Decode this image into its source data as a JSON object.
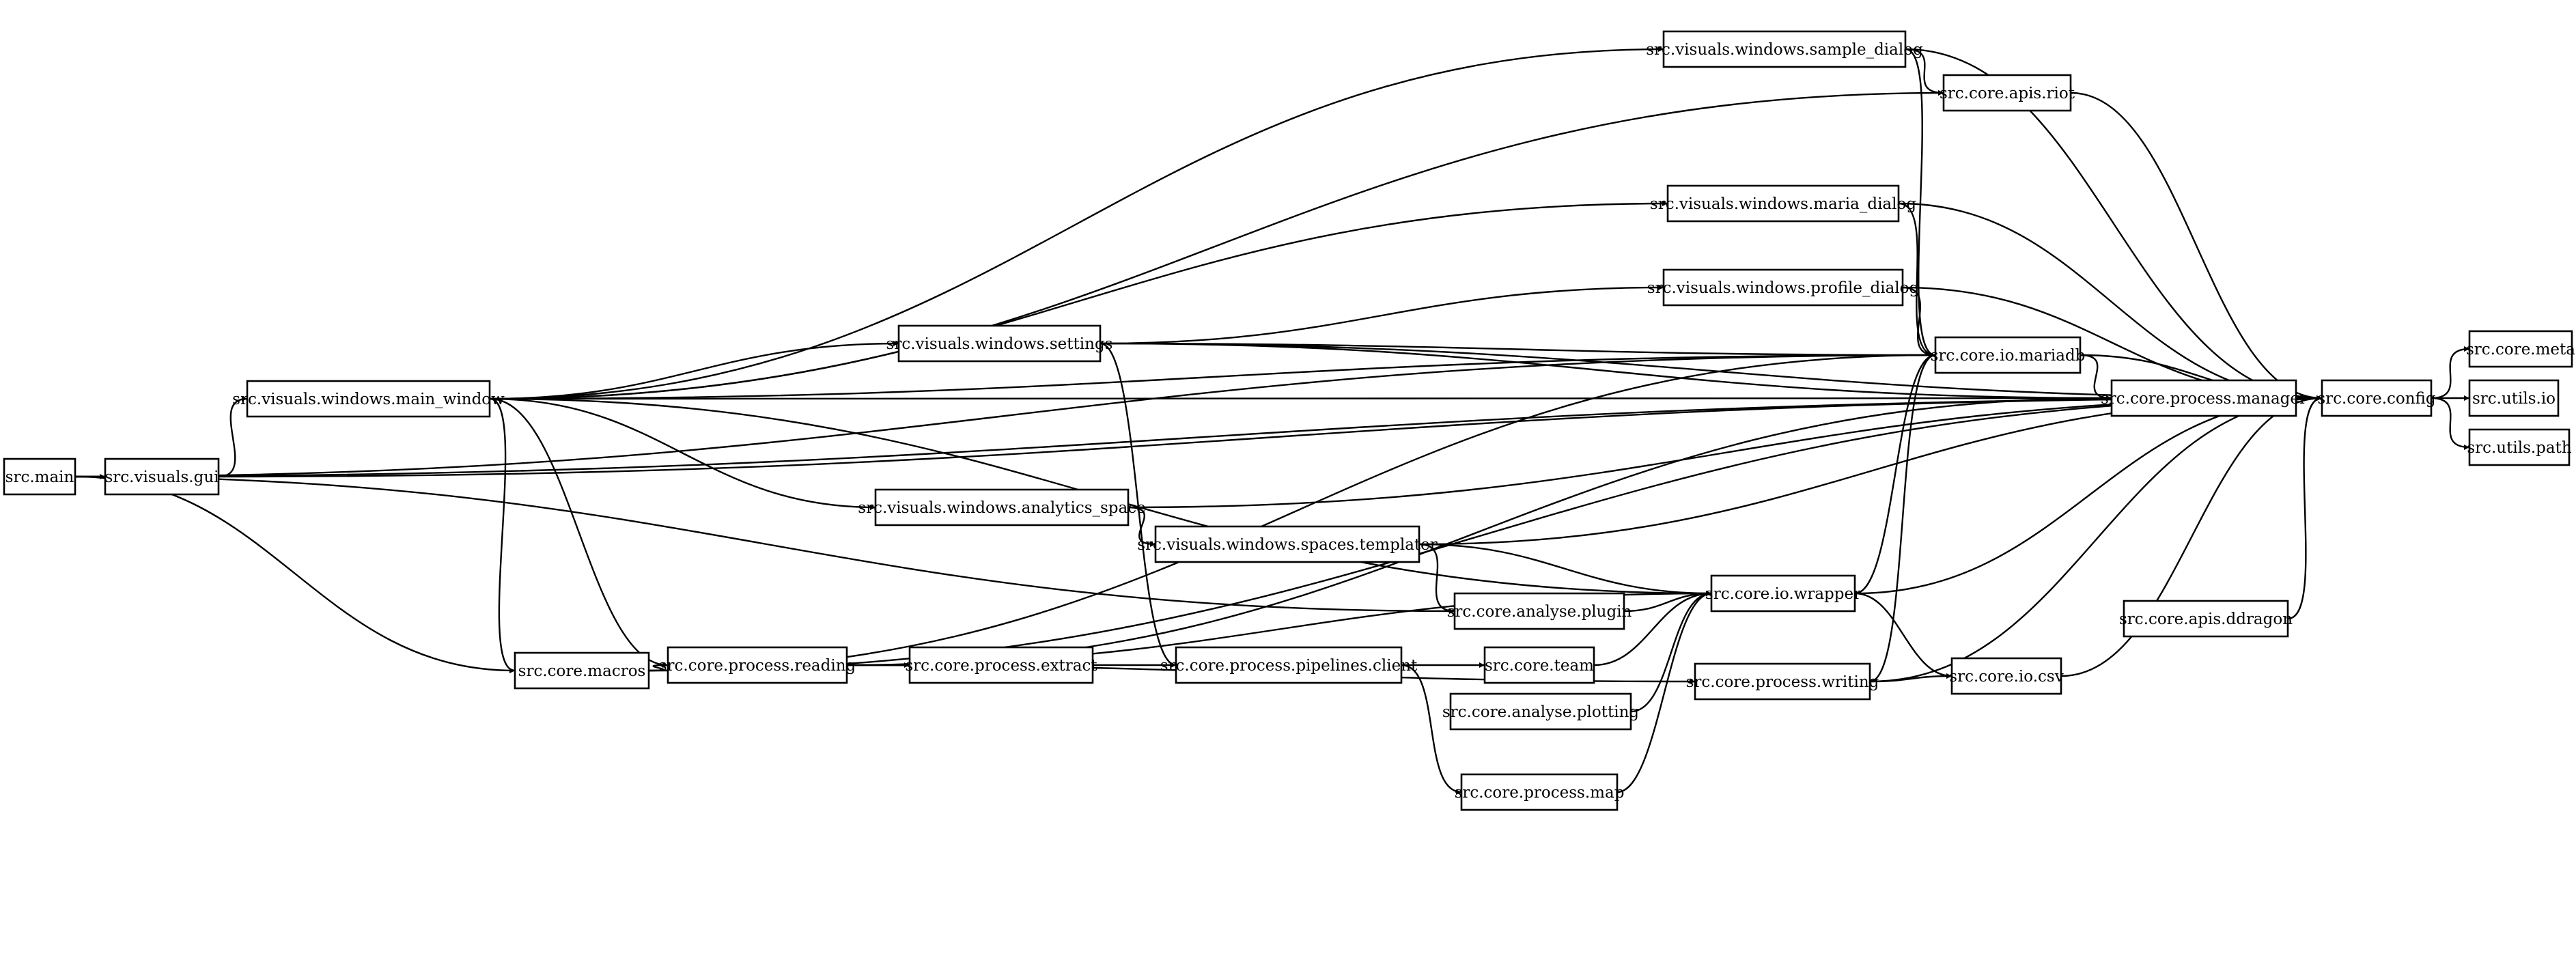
{
  "graph": {
    "nodes": [
      {
        "id": "main",
        "label": "src.main"
      },
      {
        "id": "gui",
        "label": "src.visuals.gui"
      },
      {
        "id": "main_window",
        "label": "src.visuals.windows.main_window"
      },
      {
        "id": "settings",
        "label": "src.visuals.windows.settings"
      },
      {
        "id": "analytics_space",
        "label": "src.visuals.windows.analytics_space"
      },
      {
        "id": "templater",
        "label": "src.visuals.windows.spaces.templater"
      },
      {
        "id": "sample_dialog",
        "label": "src.visuals.windows.sample_dialog"
      },
      {
        "id": "riot",
        "label": "src.core.apis.riot"
      },
      {
        "id": "maria_dialog",
        "label": "src.visuals.windows.maria_dialog"
      },
      {
        "id": "profile_dialog",
        "label": "src.visuals.windows.profile_dialog"
      },
      {
        "id": "mariadb",
        "label": "src.core.io.mariadb"
      },
      {
        "id": "manager",
        "label": "src.core.process.manager"
      },
      {
        "id": "config",
        "label": "src.core.config"
      },
      {
        "id": "meta",
        "label": "src.core.meta"
      },
      {
        "id": "utils_io",
        "label": "src.utils.io"
      },
      {
        "id": "utils_path",
        "label": "src.utils.path"
      },
      {
        "id": "macros",
        "label": "src.core.macros"
      },
      {
        "id": "reading",
        "label": "src.core.process.reading"
      },
      {
        "id": "extract",
        "label": "src.core.process.extract"
      },
      {
        "id": "pipelines_client",
        "label": "src.core.process.pipelines.client"
      },
      {
        "id": "team",
        "label": "src.core.team"
      },
      {
        "id": "plugin",
        "label": "src.core.analyse.plugin"
      },
      {
        "id": "plotting",
        "label": "src.core.analyse.plotting"
      },
      {
        "id": "map",
        "label": "src.core.process.map"
      },
      {
        "id": "wrapper",
        "label": "src.core.io.wrapper"
      },
      {
        "id": "ddragon",
        "label": "src.core.apis.ddragon"
      },
      {
        "id": "writing",
        "label": "src.core.process.writing"
      },
      {
        "id": "csv",
        "label": "src.core.io.csv"
      }
    ],
    "edges": [
      [
        "main",
        "gui"
      ],
      [
        "main",
        "config"
      ],
      [
        "main",
        "mariadb"
      ],
      [
        "main",
        "plugin"
      ],
      [
        "main",
        "macros"
      ],
      [
        "gui",
        "main_window"
      ],
      [
        "gui",
        "config"
      ],
      [
        "main_window",
        "sample_dialog"
      ],
      [
        "main_window",
        "riot"
      ],
      [
        "main_window",
        "config"
      ],
      [
        "main_window",
        "maria_dialog"
      ],
      [
        "main_window",
        "settings"
      ],
      [
        "main_window",
        "mariadb"
      ],
      [
        "main_window",
        "analytics_space"
      ],
      [
        "main_window",
        "macros"
      ],
      [
        "main_window",
        "reading"
      ],
      [
        "main_window",
        "wrapper"
      ],
      [
        "settings",
        "profile_dialog"
      ],
      [
        "settings",
        "config"
      ],
      [
        "settings",
        "mariadb"
      ],
      [
        "settings",
        "manager"
      ],
      [
        "settings",
        "pipelines_client"
      ],
      [
        "sample_dialog",
        "riot"
      ],
      [
        "sample_dialog",
        "config"
      ],
      [
        "sample_dialog",
        "mariadb"
      ],
      [
        "riot",
        "config"
      ],
      [
        "maria_dialog",
        "config"
      ],
      [
        "maria_dialog",
        "mariadb"
      ],
      [
        "profile_dialog",
        "config"
      ],
      [
        "profile_dialog",
        "mariadb"
      ],
      [
        "mariadb",
        "config"
      ],
      [
        "mariadb",
        "manager"
      ],
      [
        "manager",
        "config"
      ],
      [
        "config",
        "meta"
      ],
      [
        "config",
        "utils_io"
      ],
      [
        "config",
        "utils_path"
      ],
      [
        "analytics_space",
        "config"
      ],
      [
        "analytics_space",
        "templater"
      ],
      [
        "templater",
        "config"
      ],
      [
        "templater",
        "plugin"
      ],
      [
        "templater",
        "wrapper"
      ],
      [
        "plugin",
        "wrapper"
      ],
      [
        "macros",
        "mariadb"
      ],
      [
        "macros",
        "reading"
      ],
      [
        "macros",
        "config"
      ],
      [
        "reading",
        "manager"
      ],
      [
        "reading",
        "extract"
      ],
      [
        "reading",
        "wrapper"
      ],
      [
        "reading",
        "writing"
      ],
      [
        "extract",
        "pipelines_client"
      ],
      [
        "pipelines_client",
        "team"
      ],
      [
        "pipelines_client",
        "map"
      ],
      [
        "team",
        "wrapper"
      ],
      [
        "plotting",
        "wrapper"
      ],
      [
        "map",
        "wrapper"
      ],
      [
        "wrapper",
        "mariadb"
      ],
      [
        "wrapper",
        "config"
      ],
      [
        "wrapper",
        "csv"
      ],
      [
        "ddragon",
        "config"
      ],
      [
        "writing",
        "csv"
      ],
      [
        "writing",
        "mariadb"
      ],
      [
        "writing",
        "config"
      ],
      [
        "csv",
        "config"
      ]
    ]
  }
}
